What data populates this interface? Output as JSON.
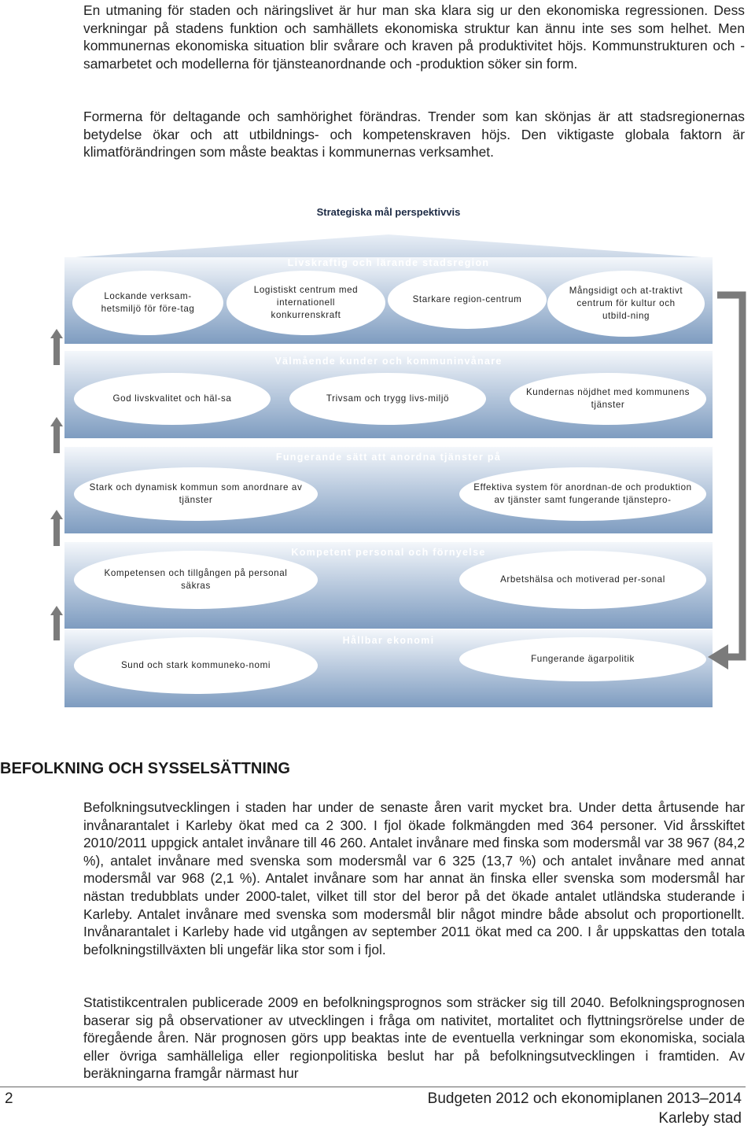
{
  "intro": {
    "p1": "En utmaning för staden och näringslivet är hur man ska klara sig ur den ekonomiska regressionen. Dess verkningar på stadens funktion och samhällets ekonomiska struktur kan ännu inte ses som helhet. Men kommunernas ekonomiska situation blir svårare och kraven på produktivitet höjs. Kommunstrukturen och -samarbetet och modellerna för tjänsteanordnande och -produktion söker sin form.",
    "p2": "Formerna för deltagande och samhörighet förändras. Trender som kan skönjas är att stadsregionernas betydelse ökar och att utbildnings- och kompetenskraven höjs. Den viktigaste globala faktorn är klimatförändringen som måste beaktas i kommunernas verksamhet."
  },
  "diagram": {
    "title": "Strategiska mål perspektivvis",
    "bands": [
      {
        "title": "Livskraftig och lärande stadsregion",
        "goals": [
          "Lockande verksam-hetsmiljö för före-tag",
          "Logistiskt centrum med internationell konkurrenskraft",
          "Starkare region-centrum",
          "Mångsidigt och at-traktivt centrum för kultur och utbild-ning"
        ]
      },
      {
        "title": "Välmående kunder och kommuninvånare",
        "goals": [
          "God livskvalitet och häl-sa",
          "Trivsam och trygg livs-miljö",
          "Kundernas nöjdhet med kommunens tjänster"
        ]
      },
      {
        "title": "Fungerande sätt att anordna tjänster på",
        "goals": [
          "Stark och dynamisk kommun som anordnare av tjänster",
          "Effektiva system för anordnan-de och produktion av tjänster samt fungerande tjänstepro-"
        ]
      },
      {
        "title": "Kompetent personal och förnyelse",
        "goals": [
          "Kompetensen och tillgången på personal säkras",
          "Arbetshälsa och motiverad per-sonal"
        ]
      },
      {
        "title": "Hållbar ekonomi",
        "goals": [
          "Sund och stark kommuneko-nomi",
          "Fungerande ägarpolitik"
        ]
      }
    ],
    "colors": {
      "band_top": "#f4f7fb",
      "band_bottom": "#7e9cc0",
      "arrow": "#7b7b7b"
    }
  },
  "section": {
    "heading": "BEFOLKNING OCH SYSSELSÄTTNING",
    "p3": "Befolkningsutvecklingen i staden har under de senaste åren varit mycket bra. Under detta årtusende har invånarantalet i Karleby ökat med ca 2 300. I fjol ökade folkmängden med 364 personer. Vid årsskiftet 2010/2011 uppgick antalet invånare till 46 260. Antalet invånare med finska som modersmål var 38 967 (84,2 %), antalet invånare med svenska som modersmål var 6 325 (13,7 %) och antalet invånare med annat modersmål var 968 (2,1 %). Antalet invånare som har annat än finska eller svenska som modersmål har nästan tredubblats under 2000-talet, vilket till stor del beror på det ökade antalet utländska studerande i Karleby. Antalet invånare med svenska som modersmål blir något mindre både absolut och proportionellt. Invånarantalet i Karleby hade vid utgången av september 2011 ökat med ca 200. I år uppskattas den totala befolkningstillväxten bli ungefär lika stor som i fjol.",
    "p4": "Statistikcentralen publicerade 2009 en befolkningsprognos som sträcker sig till 2040. Befolkningsprognosen baserar sig på observationer av utvecklingen i fråga om nativitet, mortalitet och flyttningsrörelse under de föregående åren. När prognosen görs upp beaktas inte de eventuella verkningar som ekonomiska, sociala eller övriga samhälleliga eller regionpolitiska beslut har på befolkningsutvecklingen i framtiden. Av beräkningarna framgår närmast hur"
  },
  "footer": {
    "page_number": "2",
    "doc_title": "Budgeten 2012 och ekonomiplanen 2013–2014",
    "org": "Karleby stad"
  }
}
